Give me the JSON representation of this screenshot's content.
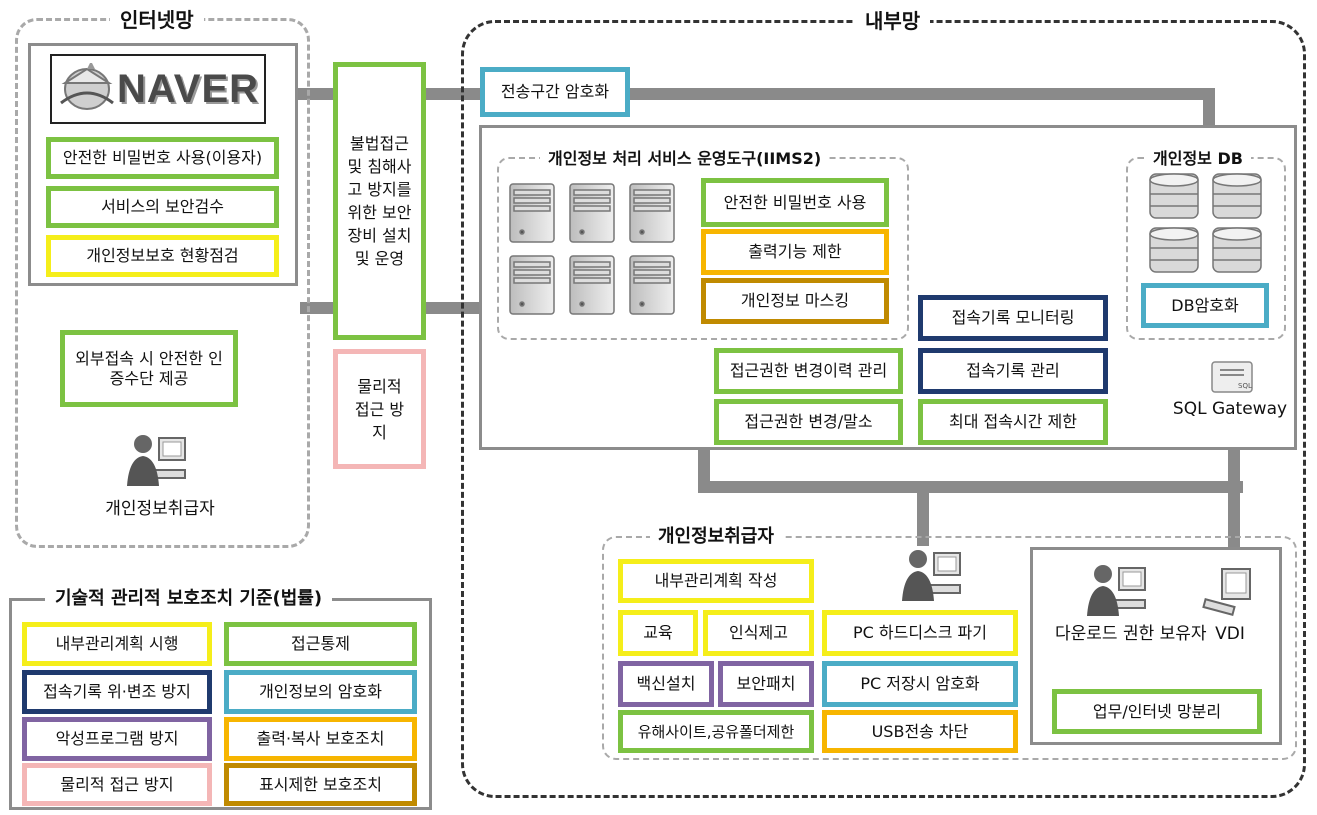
{
  "internet": {
    "title": "인터넷망",
    "naver_logo": "NAVER",
    "items": [
      "안전한 비밀번호 사용(이용자)",
      "서비스의 보안검수",
      "개인정보보호 현황점검"
    ],
    "external_auth": "외부접속 시 안전한 인증수단 제공",
    "handler_label": "개인정보취급자"
  },
  "security_equipment": "불법접근 및 침해사고 방지를 위한 보안장비 설치 및 운영",
  "physical_access": "물리적 접근 방지",
  "internal": {
    "title": "내부망",
    "transmission_encryption": "전송구간 암호화",
    "iims": {
      "title": "개인정보 처리 서비스 운영도구(IIMS2)",
      "items": [
        "안전한 비밀번호 사용",
        "출력기능 제한",
        "개인정보 마스킹"
      ]
    },
    "db": {
      "title": "개인정보 DB",
      "encryption": "DB암호화"
    },
    "sql_gateway": "SQL Gateway",
    "middle_items": [
      "접속기록 모니터링",
      "접근권한 변경이력 관리",
      "접속기록 관리",
      "접근권한 변경/말소",
      "최대 접속시간 제한"
    ],
    "handler": {
      "title": "개인정보취급자",
      "items": [
        "내부관리계획 작성",
        "교육",
        "인식제고",
        "백신설치",
        "보안패치",
        "유해사이트,공유폴더제한",
        "PC 하드디스크 파기",
        "PC 저장시 암호화",
        "USB전송 차단"
      ],
      "download_holder": "다운로드 권한 보유자",
      "vdi": "VDI",
      "network_separation": "업무/인터넷 망분리"
    }
  },
  "legend": {
    "title": "기술적 관리적 보호조치 기준(법률)",
    "items": [
      "내부관리계획 시행",
      "접근통제",
      "접속기록 위·변조 방지",
      "개인정보의 암호화",
      "악성프로그램 방지",
      "출력·복사 보호조치",
      "물리적 접근 방지",
      "표시제한 보호조치"
    ]
  },
  "colors": {
    "green": "#7cc242",
    "yellow": "#f5ee1a",
    "navy": "#1f3a6e",
    "teal": "#4bacc6",
    "purple": "#8064a2",
    "orange": "#f7b500",
    "gold": "#c08a00",
    "pink": "#f4b6b6"
  }
}
